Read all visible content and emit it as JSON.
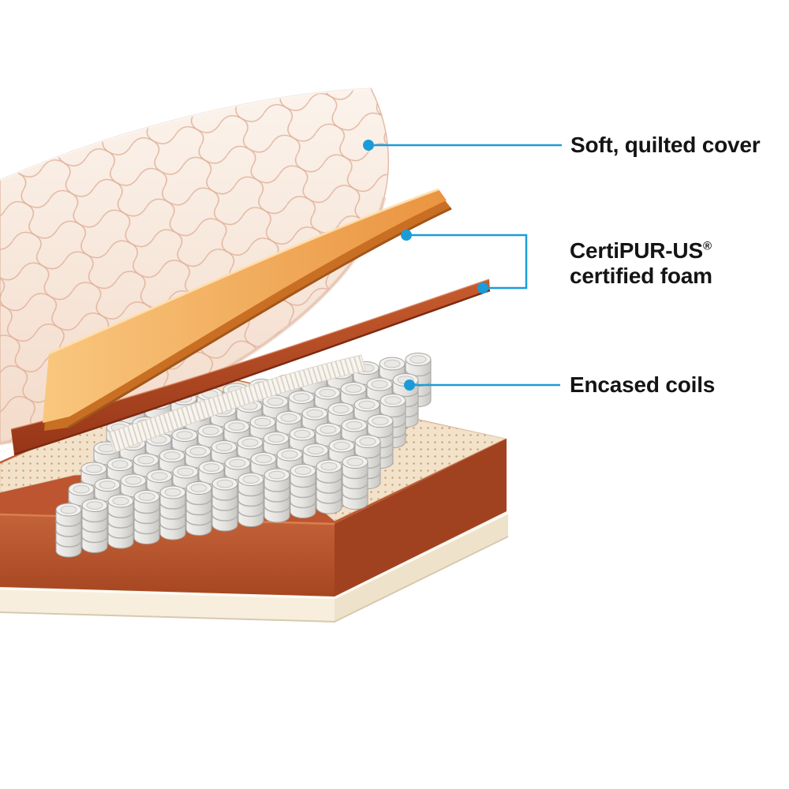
{
  "callouts": {
    "cover": {
      "label": "Soft, quilted cover"
    },
    "foam": {
      "brand": "CertiPUR-US",
      "reg_mark": "®",
      "line2": "certified foam"
    },
    "coils": {
      "label": "Encased coils"
    }
  },
  "colors": {
    "accent_blue": "#1b9cd8",
    "label_text": "#141414",
    "background": "#ffffff",
    "cover_fabric_light": "#fbf3ec",
    "cover_fabric_dark": "#f3dbca",
    "quilt_stitch": "#dfae97",
    "foam_orange_light": "#f9c77e",
    "foam_orange_dark": "#ea9440",
    "foam_edge": "#c96f24",
    "thin_foam_top": "#c75b2e",
    "thin_foam_bottom": "#963618",
    "coil_gray": "#e4e3e0",
    "base_dotted_beige": "#f3e2ca",
    "base_rust": "#bd5530",
    "platform_cream": "#f7eedd"
  },
  "layer_names": [
    "soft-quilted-cover",
    "certipur-foam-sheet",
    "certipur-thin-foam-sheet",
    "convoluted-comfort-layer",
    "encased-coils",
    "perforated-base-layer",
    "rust-foam-base",
    "bottom-platform"
  ]
}
